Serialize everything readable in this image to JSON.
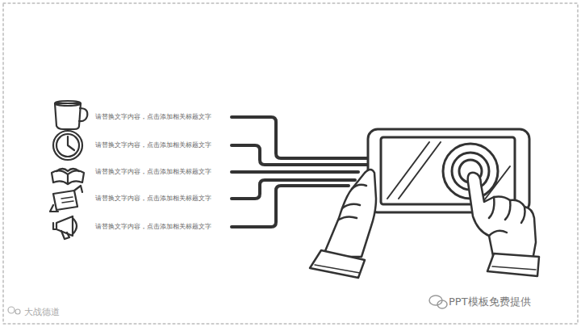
{
  "diagram": {
    "labels": [
      "请替换文字内容，点击添加相关标题文字",
      "请替换文字内容，点击添加相关标题文字",
      "请替换文字内容，点击添加相关标题文字",
      "请替换文字内容，点击添加相关标题文字",
      "请替换文字内容，点击添加相关标题文字",
      "PPT模板免费提供",
      "大战德道"
    ]
  }
}
